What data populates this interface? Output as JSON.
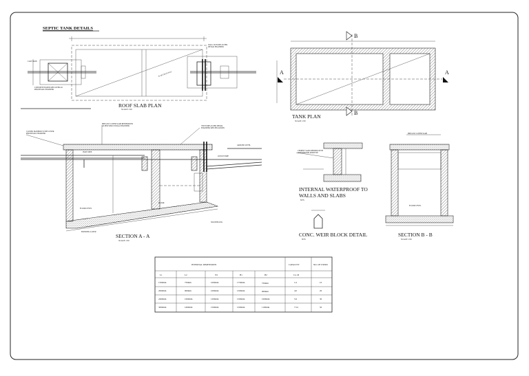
{
  "sheet_title": "SEPTIC TANK DETAILS",
  "views": {
    "roof_slab_plan": {
      "title": "ROOF SLAB PLAN",
      "scale": "SCALE 1:50"
    },
    "tank_plan": {
      "title": "TANK PLAN",
      "scale": "SCALE 1:50",
      "mark_a_left": "A",
      "mark_a_right": "A",
      "mark_b_top": "B",
      "mark_b_bottom": "B"
    },
    "section_aa": {
      "title": "SECTION A - A",
      "scale": "SCALE 1:50"
    },
    "waterproof": {
      "title_line1": "INTERNAL WATERPROOF TO",
      "title_line2": "WALLS AND SLABS",
      "scale": "NTS"
    },
    "weir_block": {
      "title": "CONC. WEIR BLOCK DETAIL",
      "scale": "NTS"
    },
    "section_bb": {
      "title": "SECTION B - B",
      "scale": "SCALE 1:50"
    }
  },
  "table": {
    "group_header": "INTERNAL DIMENSIONS",
    "headers": [
      "CAPACITY",
      "NO. OF USERS"
    ],
    "subheaders": [
      "L1",
      "L2",
      "W1",
      "H1",
      "H2",
      "Cu. M"
    ],
    "rows": [
      [
        "1500mm",
        "750mm",
        "1000mm",
        "1750mm",
        "750mm",
        "1.6",
        "10"
      ],
      [
        "2000mm",
        "900mm",
        "1000mm",
        "1500mm",
        "900mm",
        "4.0",
        "20"
      ],
      [
        "2400mm",
        "1000mm",
        "1200mm",
        "1500mm",
        "1000mm",
        "5.9",
        "30"
      ],
      [
        "3000mm",
        "1600mm",
        "1500mm",
        "1500mm",
        "1100mm",
        "7.54",
        "50"
      ]
    ]
  }
}
